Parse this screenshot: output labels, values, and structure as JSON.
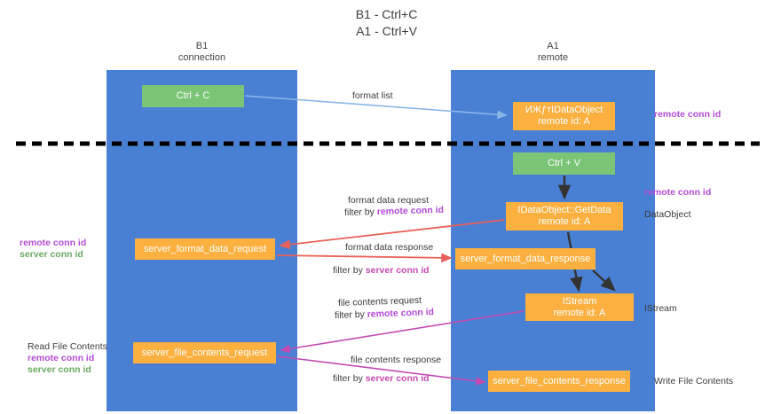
{
  "title": {
    "line1": "B1 - Ctrl+C",
    "line2": "A1 - Ctrl+V"
  },
  "lanes": [
    {
      "id": "b1",
      "name": "B1",
      "role": "connection",
      "color": "#4a80d4"
    },
    {
      "id": "a1",
      "name": "A1",
      "role": "remote",
      "color": "#4a80d4"
    }
  ],
  "colors": {
    "lane": "#4a80d4",
    "green_node": "#7cc576",
    "orange_node": "#fbb040",
    "remote_conn_id": "#b44cd6",
    "server_conn_id": "#6aaa64",
    "arrow_blue": "#8ab6e8",
    "arrow_red": "#e8615a",
    "arrow_magenta": "#c54ab0",
    "arrow_dark": "#333333",
    "divider": "#000000"
  },
  "nodes": {
    "ctrl_c": {
      "label": "Ctrl + C",
      "style": "green"
    },
    "idataobject_top": {
      "label": "ИЖƒтIDataObject",
      "sub": "remote id: A",
      "style": "orange"
    },
    "ctrl_v": {
      "label": "Ctrl + V",
      "style": "green"
    },
    "getdata": {
      "label": "IDataObject::GetData",
      "sub": "remote id: A",
      "style": "orange"
    },
    "server_format_data_request": {
      "label": "server_format_data_request",
      "style": "orange"
    },
    "server_format_data_response": {
      "label": "server_format_data_response",
      "style": "orange"
    },
    "istream": {
      "label": "IStream",
      "sub": "remote id: A",
      "style": "orange"
    },
    "server_file_contents_request": {
      "label": "server_file_contents_request",
      "style": "orange"
    },
    "server_file_contents_response": {
      "label": "server_file_contents_response",
      "style": "orange"
    }
  },
  "arrow_labels": {
    "format_list": "format list",
    "format_data_request": "format data request",
    "filter_by": "filter by ",
    "remote_conn_id": "remote conn id",
    "format_data_response": "format data response",
    "server_conn_id": "server conn id",
    "file_contents_request": "file contents request",
    "file_contents_response": "file contents response"
  },
  "side_labels": {
    "remote_conn_id_top": "remote conn id",
    "remote_conn_id_mid": "remote conn id",
    "dataobject": "DataObject",
    "istream": "IStream",
    "write_file_contents": "Write File Contents",
    "read_file_contents": "Read File Contents",
    "legend_remote": "remote conn id",
    "legend_server": "server conn id"
  }
}
